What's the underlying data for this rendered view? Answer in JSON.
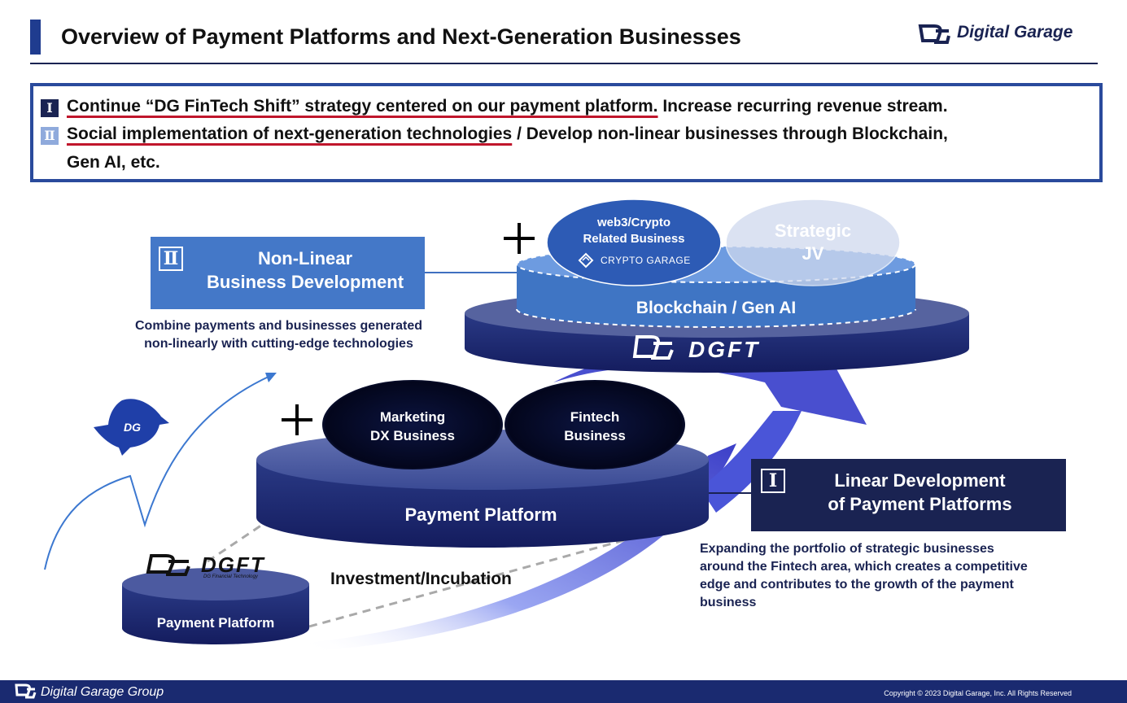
{
  "header": {
    "title": "Overview of Payment Platforms and Next-Generation Businesses",
    "brand": "Digital Garage"
  },
  "strategy": {
    "item1": {
      "numeral": "Ⅰ",
      "highlight": "Continue “DG FinTech Shift” strategy centered on our payment platform.",
      "rest": " Increase recurring revenue stream."
    },
    "item2": {
      "numeral": "Ⅱ",
      "highlight": "Social implementation of next-generation technologies",
      "rest": " / Develop non-linear businesses through Blockchain,",
      "cont": "Gen AI,  etc."
    }
  },
  "nonlinear": {
    "numeral": "Ⅱ",
    "line1": "Non-Linear",
    "line2": "Business Development",
    "desc1": "Combine payments and businesses generated",
    "desc2": "non-linearly with cutting-edge technologies"
  },
  "linear": {
    "numeral": "Ⅰ",
    "line1": "Linear Development",
    "line2": "of Payment Platforms",
    "desc1": "Expanding the portfolio of strategic businesses",
    "desc2": "around the Fintech area, which creates a competitive",
    "desc3": "edge and contributes to the growth of the payment",
    "desc4": "business"
  },
  "top_stack": {
    "plus": "+",
    "web3_line1": "web3/Crypto",
    "web3_line2": "Related Business",
    "crypto_garage": "CRYPTO GARAGE",
    "jv_line1": "Strategic",
    "jv_line2": "JV",
    "blockchain": "Blockchain / Gen AI",
    "dgft": "DGFT"
  },
  "middle_stack": {
    "plus": "+",
    "marketing_line1": "Marketing",
    "marketing_line2": "DX Business",
    "fintech_line1": "Fintech",
    "fintech_line2": "Business",
    "platform": "Payment Platform"
  },
  "small_stack": {
    "dgft": "DGFT",
    "dgft_sub": "DG Financial Technology",
    "platform": "Payment Platform"
  },
  "investment": "Investment/Incubation",
  "footer": {
    "group": "Digital Garage Group",
    "copyright": "Copyright © 2023 Digital Garage, Inc. All Rights Reserved"
  },
  "colors": {
    "navy": "#1a2352",
    "mid_blue": "#3f70c0",
    "accent_red": "#c0162c"
  }
}
